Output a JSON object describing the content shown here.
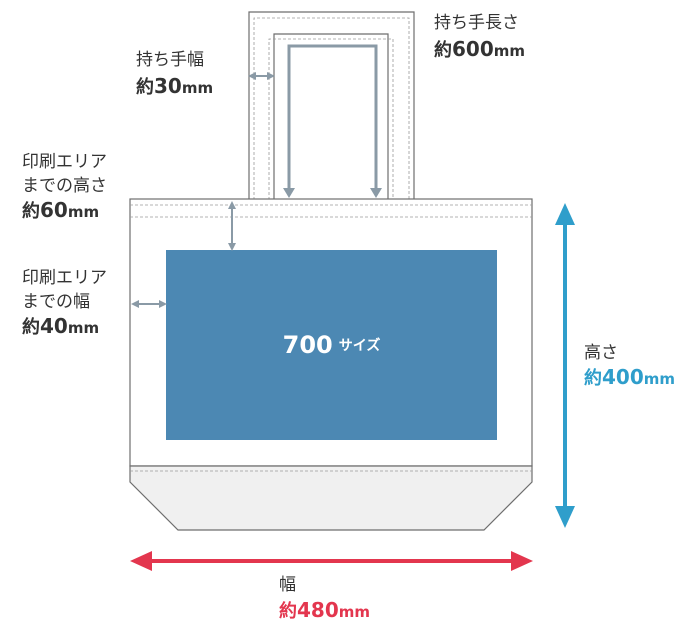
{
  "colors": {
    "print_area": "#4c88b3",
    "height_arrow": "#2f9ecb",
    "width_arrow": "#e3364e",
    "dim_arrow": "#8a9aa6",
    "bag_outline": "#6e6e6e",
    "gusset_fill": "#f0f0f0"
  },
  "print_area": {
    "number": "700",
    "suffix": "サイズ"
  },
  "labels": {
    "handle_width": {
      "title": "持ち手幅",
      "prefix": "約",
      "value": "30",
      "unit": "mm"
    },
    "handle_length": {
      "title": "持ち手長さ",
      "prefix": "約",
      "value": "600",
      "unit": "mm"
    },
    "print_top": {
      "line1": "印刷エリア",
      "line2": "までの高さ",
      "prefix": "約",
      "value": "60",
      "unit": "mm"
    },
    "print_side": {
      "line1": "印刷エリア",
      "line2": "までの幅",
      "prefix": "約",
      "value": "40",
      "unit": "mm"
    },
    "height": {
      "title": "高さ",
      "prefix": "約",
      "value": "400",
      "unit": "mm"
    },
    "width": {
      "title": "幅",
      "prefix": "約",
      "value": "480",
      "unit": "mm"
    }
  }
}
